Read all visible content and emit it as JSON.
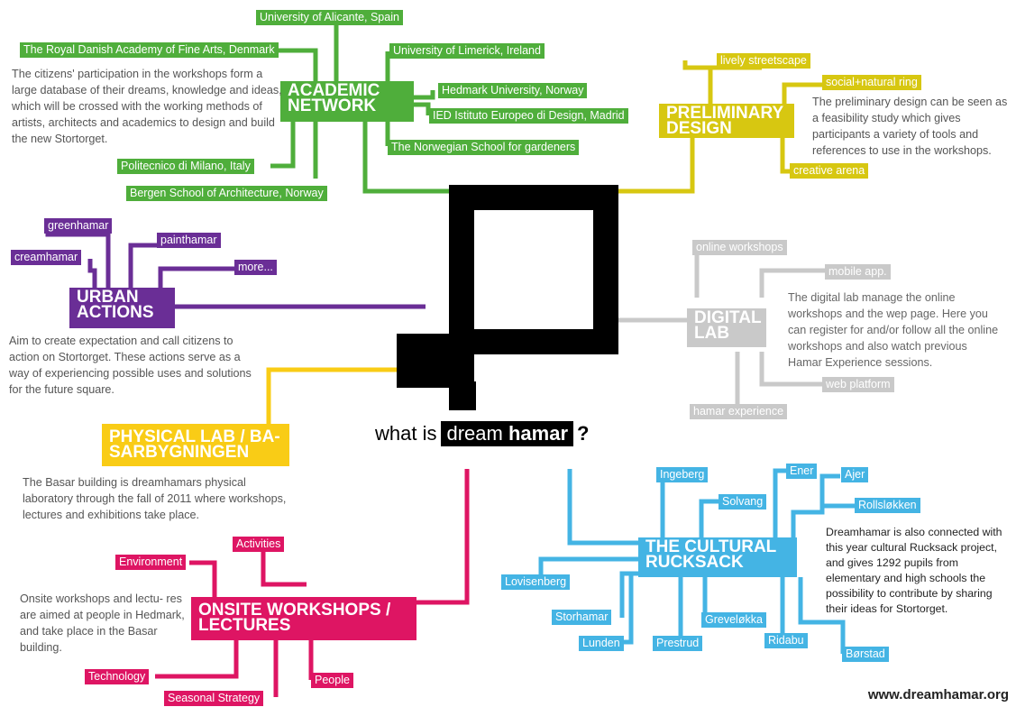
{
  "center": {
    "what_is": "what is",
    "dream": "dream",
    "hamar": "hamar",
    "question_mark": "?"
  },
  "site_url": "www.dreamhamar.org",
  "colors": {
    "academic": "#4fae3b",
    "preliminary": "#d7c711",
    "urban": "#6a2e96",
    "digital": "#c9c9c9",
    "physical": "#f9cc16",
    "onsite": "#de1563",
    "cultural": "#44b4e4"
  },
  "academic": {
    "title_line1": "ACADEMIC",
    "title_line2": "NETWORK",
    "items": [
      "University of Alicante, Spain",
      "The Royal Danish Academy of Fine Arts, Denmark",
      "University of Limerick, Ireland",
      "Hedmark University, Norway",
      "IED Istituto Europeo di Design, Madrid",
      "The Norwegian School for gardeners",
      "Politecnico di Milano, Italy",
      "Bergen School of Architecture, Norway"
    ],
    "description": "The citizens' participation in the workshops form a large database of their dreams, knowledge and ideas, which will be crossed with the working methods of artists, architects and academics to design and build the new Stortorget."
  },
  "preliminary": {
    "title_line1": "PRELIMINARY",
    "title_line2": "DESIGN",
    "items": [
      "lively streetscape",
      "social+natural ring",
      "creative arena"
    ],
    "description": "The preliminary design can be seen as a feasibility study which gives participants a variety of tools and references to use in the workshops."
  },
  "urban": {
    "title_line1": "URBAN",
    "title_line2": "ACTIONS",
    "items": [
      "greenhamar",
      "painthamar",
      "creamhamar",
      "more..."
    ],
    "description": "Aim to create expectation and call citizens to action on Stortorget. These actions serve as a way of experiencing possible uses and solutions for the future square."
  },
  "digital": {
    "title_line1": "DIGITAL",
    "title_line2": "LAB",
    "items": [
      "online workshops",
      "mobile app.",
      "web platform",
      "hamar experience"
    ],
    "description": "The digital lab manage the online workshops and the wep page. Here you can register for and/or follow  all the online workshops  and also watch previous Hamar Experience sessions."
  },
  "physical": {
    "title_line1": "PHYSICAL LAB / BA-",
    "title_line2": "SARBYGNINGEN",
    "description": "The Basar building is dreamhamars physical laboratory through the fall of 2011 where workshops, lectures and exhibitions take place."
  },
  "onsite": {
    "title_line1": "ONSITE WORKSHOPS /",
    "title_line2": "LECTURES",
    "items": [
      "Activities",
      "Environment",
      "Technology",
      "Seasonal Strategy",
      "People"
    ],
    "description": "Onsite workshops and lectu- res are aimed at people in Hedmark, and take place in the Basar building."
  },
  "cultural": {
    "title_line1": "THE CULTURAL",
    "title_line2": "RUCKSACK",
    "items": [
      "Ingeberg",
      "Ener",
      "Ajer",
      "Solvang",
      "Rollsløkken",
      "Lovisenberg",
      "Storhamar",
      "Greveløkka",
      "Lunden",
      "Prestrud",
      "Ridabu",
      "Børstad"
    ],
    "description": "Dreamhamar is also connected with this year cultural Rucksack project, and gives 1292 pupils from elementary and high schools the possibility to contribute by sharing their ideas for Stortorget."
  }
}
